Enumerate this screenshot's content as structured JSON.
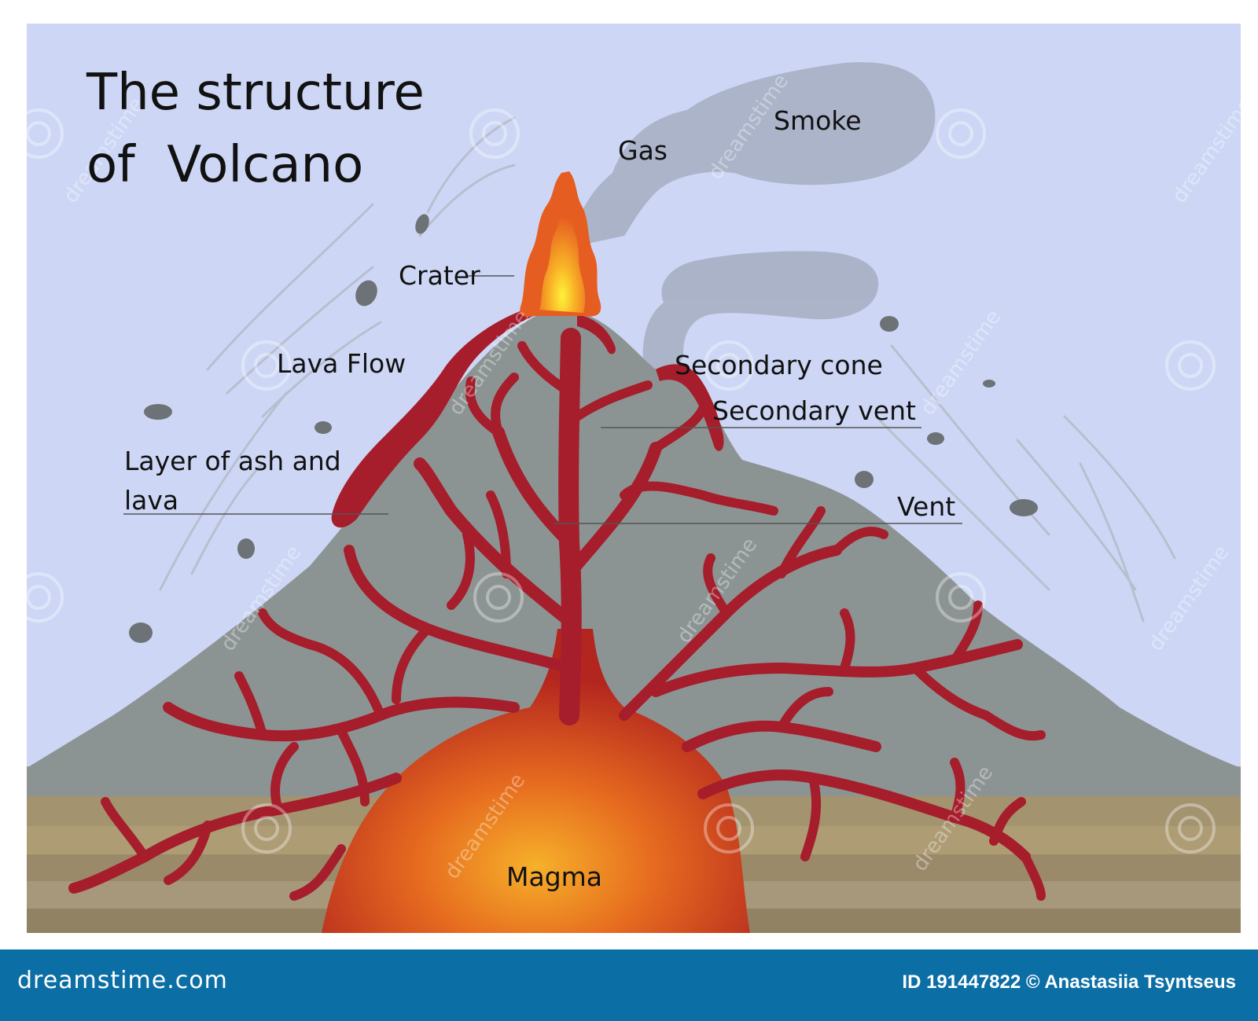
{
  "title": {
    "line1": "The structure",
    "line2": "of  Volcano"
  },
  "labels": {
    "smoke": "Smoke",
    "gas": "Gas",
    "crater": "Crater",
    "lava_flow": "Lava Flow",
    "secondary_cone": "Secondary cone",
    "secondary_vent": "Secondary vent",
    "layer_ash_lava": "Layer of ash and lava",
    "vent": "Vent",
    "magma": "Magma"
  },
  "footer": {
    "brand": "dreamstime.com",
    "credit": "ID 191447822 © Anastasiia Tsyntseus"
  },
  "watermark": {
    "text": "dreamstime"
  },
  "colors": {
    "sky": "#cdd7f5",
    "mountain": "#8c9493",
    "lava": "#a61d2b",
    "magma_core": "#f6b12a",
    "smoke": "#a9b2c6",
    "ground_1": "#ad9c74",
    "ground_2": "#9b8a69",
    "footer": "#0b6ea4"
  }
}
